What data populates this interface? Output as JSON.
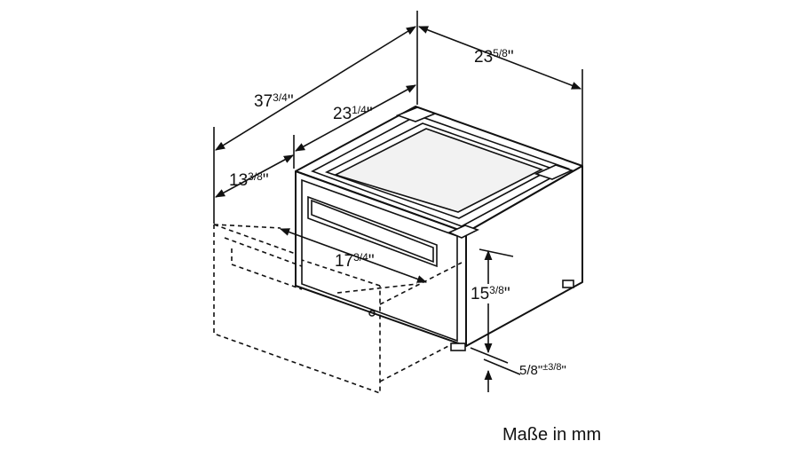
{
  "dimensions": {
    "overall_depth": {
      "whole": "37",
      "fraction": "3/4",
      "unit": "\""
    },
    "width": {
      "whole": "23",
      "fraction": "5/8",
      "unit": "\""
    },
    "depth": {
      "whole": "23",
      "fraction": "1/4",
      "unit": "\""
    },
    "drawer_extension": {
      "whole": "13",
      "fraction": "3/8",
      "unit": "\""
    },
    "inner_width": {
      "whole": "17",
      "fraction": "3/4",
      "unit": "\""
    },
    "height": {
      "whole": "15",
      "fraction": "3/8",
      "unit": "\""
    },
    "foot_adjustment": {
      "base": "5/8",
      "unit": "\"",
      "tolerance": "±3/8",
      "tolerance_unit": "\""
    }
  },
  "caption": "Maße in mm"
}
